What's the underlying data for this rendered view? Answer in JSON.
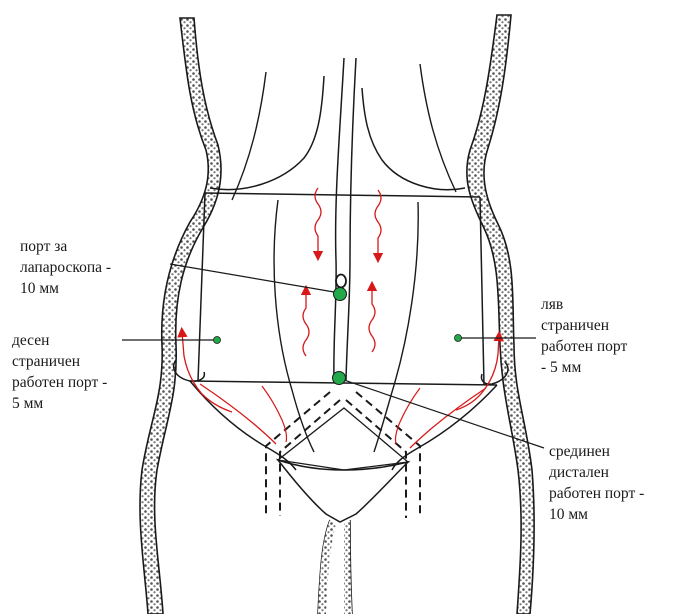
{
  "labels": {
    "laparoscope_port": "порт за\nлапароскопа -\n10 мм",
    "right_working_port": "десен\nстраничен\nработен порт -\n5 мм",
    "left_working_port": "ляв\nстраничен\nработен порт\n- 5 мм",
    "distal_working_port": "срединен\nдистален\nработен порт -\n10 мм"
  },
  "colors": {
    "ink": "#1a1a1a",
    "port_fill": "#22aa4a",
    "arrow_red": "#d81818",
    "spine_fill": "#8c8c8c"
  }
}
